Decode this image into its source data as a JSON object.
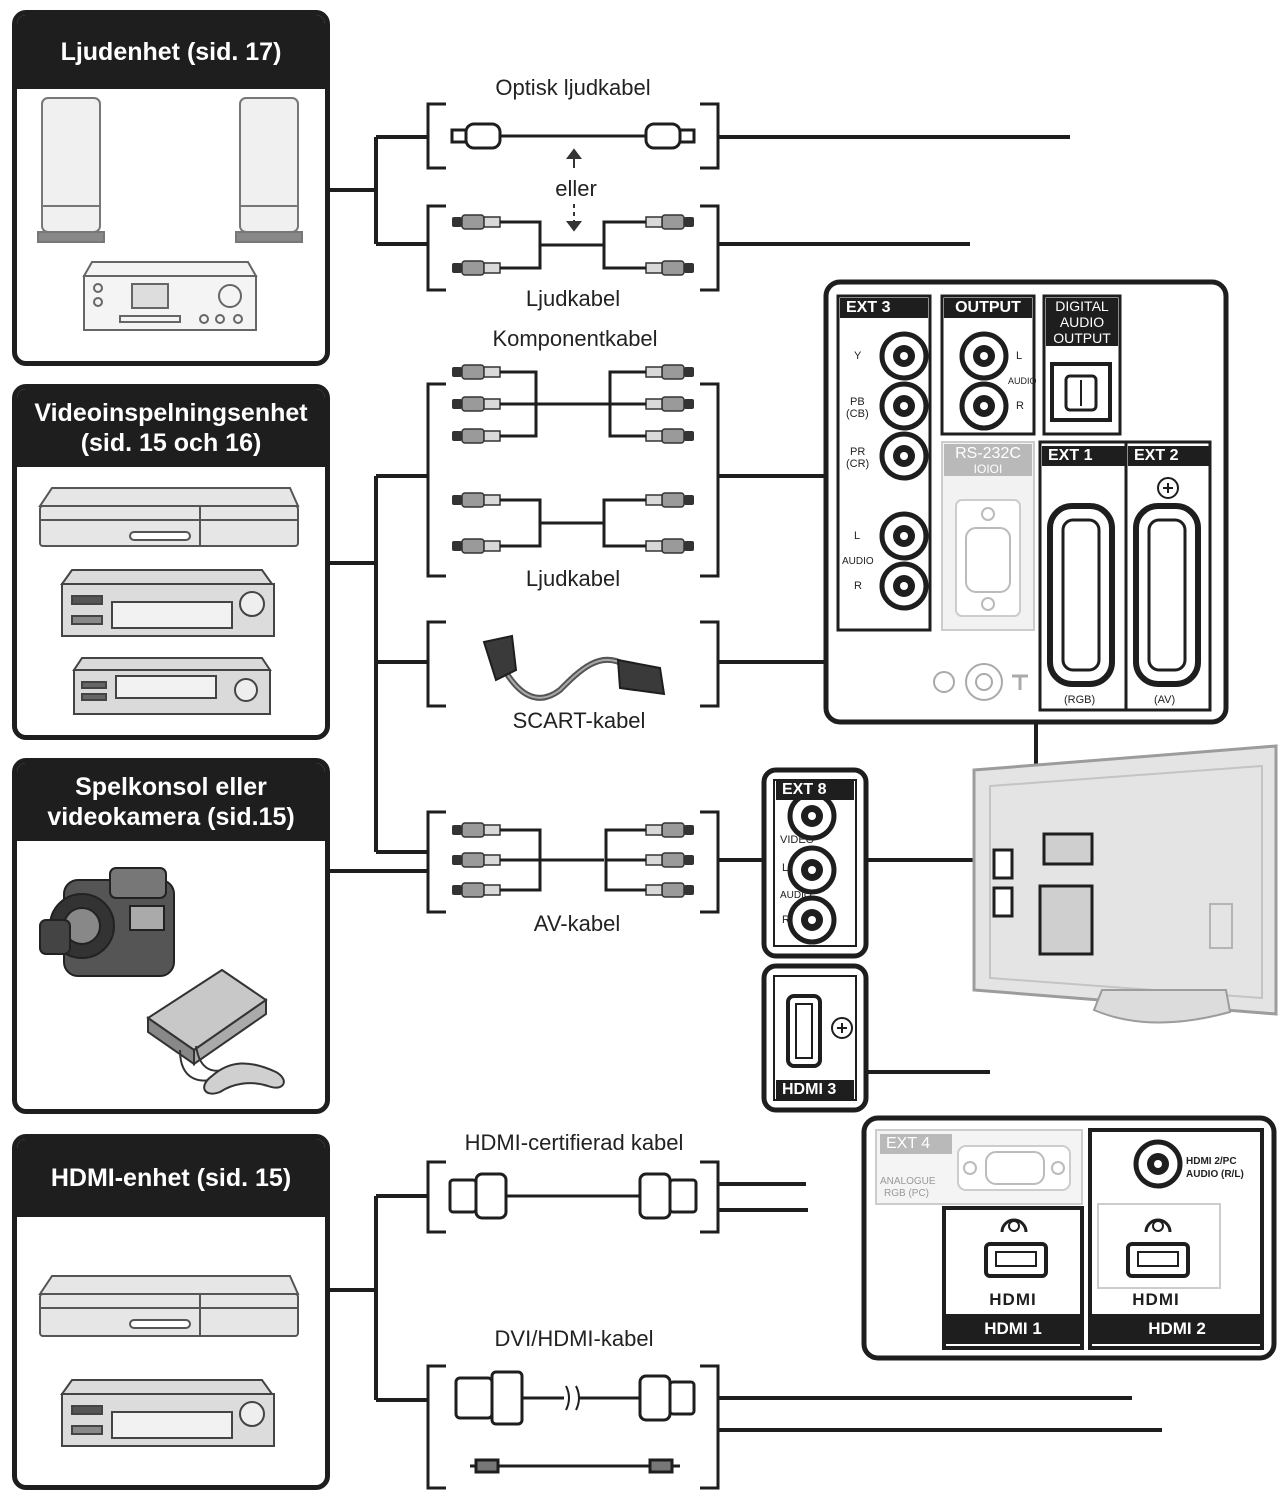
{
  "devices": {
    "audio": {
      "title": "Ljudenhet (sid. 17)"
    },
    "video_recorder": {
      "title_line1": "Videoinspelningsenhet",
      "title_line2": "(sid. 15 och 16)"
    },
    "game_console": {
      "title_line1": "Spelkonsol eller",
      "title_line2": "videokamera (sid.15)"
    },
    "hdmi_device": {
      "title": "HDMI-enhet (sid. 15)"
    }
  },
  "cables": {
    "optical": "Optisk ljudkabel",
    "or": "eller",
    "audio_1": "Ljudkabel",
    "component": "Komponentkabel",
    "audio_2": "Ljudkabel",
    "scart": "SCART-kabel",
    "av": "AV-kabel",
    "hdmi_certified": "HDMI-certifierad kabel",
    "dvi_hdmi": "DVI/HDMI-kabel"
  },
  "panel_top": {
    "ext3": "EXT 3",
    "ext3_pins": {
      "y": "Y",
      "pb": "PB",
      "pb_sub": "(CB)",
      "pr": "PR",
      "pr_sub": "(CR)",
      "l": "L",
      "audio": "AUDIO",
      "r": "R"
    },
    "output": "OUTPUT",
    "output_pins": {
      "l": "L",
      "audio": "AUDIO",
      "r": "R"
    },
    "digital_line1": "DIGITAL",
    "digital_line2": "AUDIO",
    "digital_line3": "OUTPUT",
    "rs232c": "RS-232C",
    "rs232c_sub": "IOIOI",
    "ext1": "EXT 1",
    "ext1_sub": "(RGB)",
    "ext2": "EXT 2",
    "ext2_sub": "(AV)"
  },
  "ext8": {
    "title": "EXT 8",
    "video": "VIDEO",
    "l": "L",
    "audio": "AUDIO",
    "r": "R"
  },
  "hdmi3": {
    "title": "HDMI 3"
  },
  "panel_bottom": {
    "ext4": "EXT 4",
    "ext4_sub1": "ANALOGUE",
    "ext4_sub2": "RGB (PC)",
    "hdmi2pc_line1": "HDMI 2/PC",
    "hdmi2pc_line2": "AUDIO (R/L)",
    "hdmi_logo": "HDMI",
    "hdmi1": "HDMI 1",
    "hdmi2": "HDMI 2"
  }
}
